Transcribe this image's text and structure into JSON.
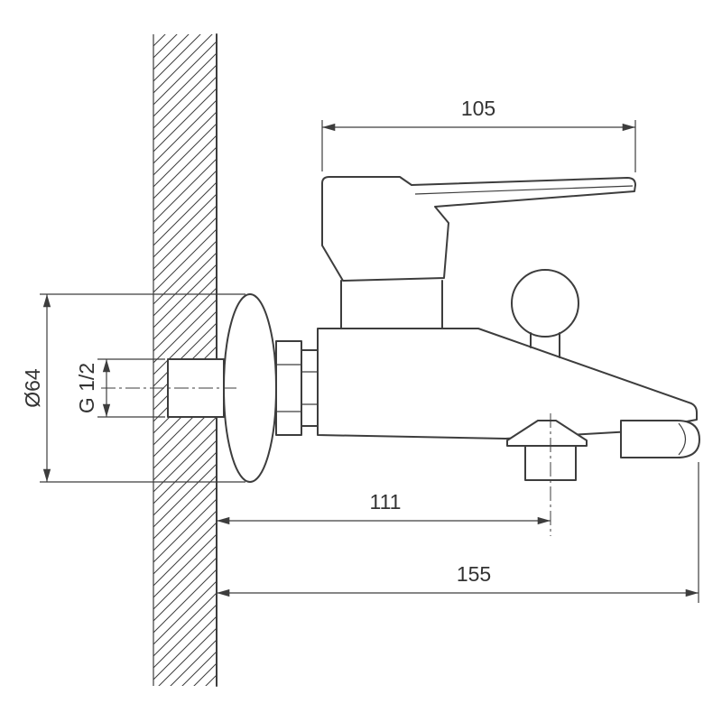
{
  "page": {
    "background": "#ffffff",
    "line_color": "#3d3d3d",
    "text_color": "#333333"
  },
  "drawing": {
    "subject": "Wall-mounted bath mixer tap, side elevation technical drawing",
    "dimensions": {
      "handle_length": "105",
      "flange_diameter": "Ø64",
      "inlet_thread": "G 1/2",
      "port_distance": "111",
      "overall_reach": "155"
    }
  }
}
